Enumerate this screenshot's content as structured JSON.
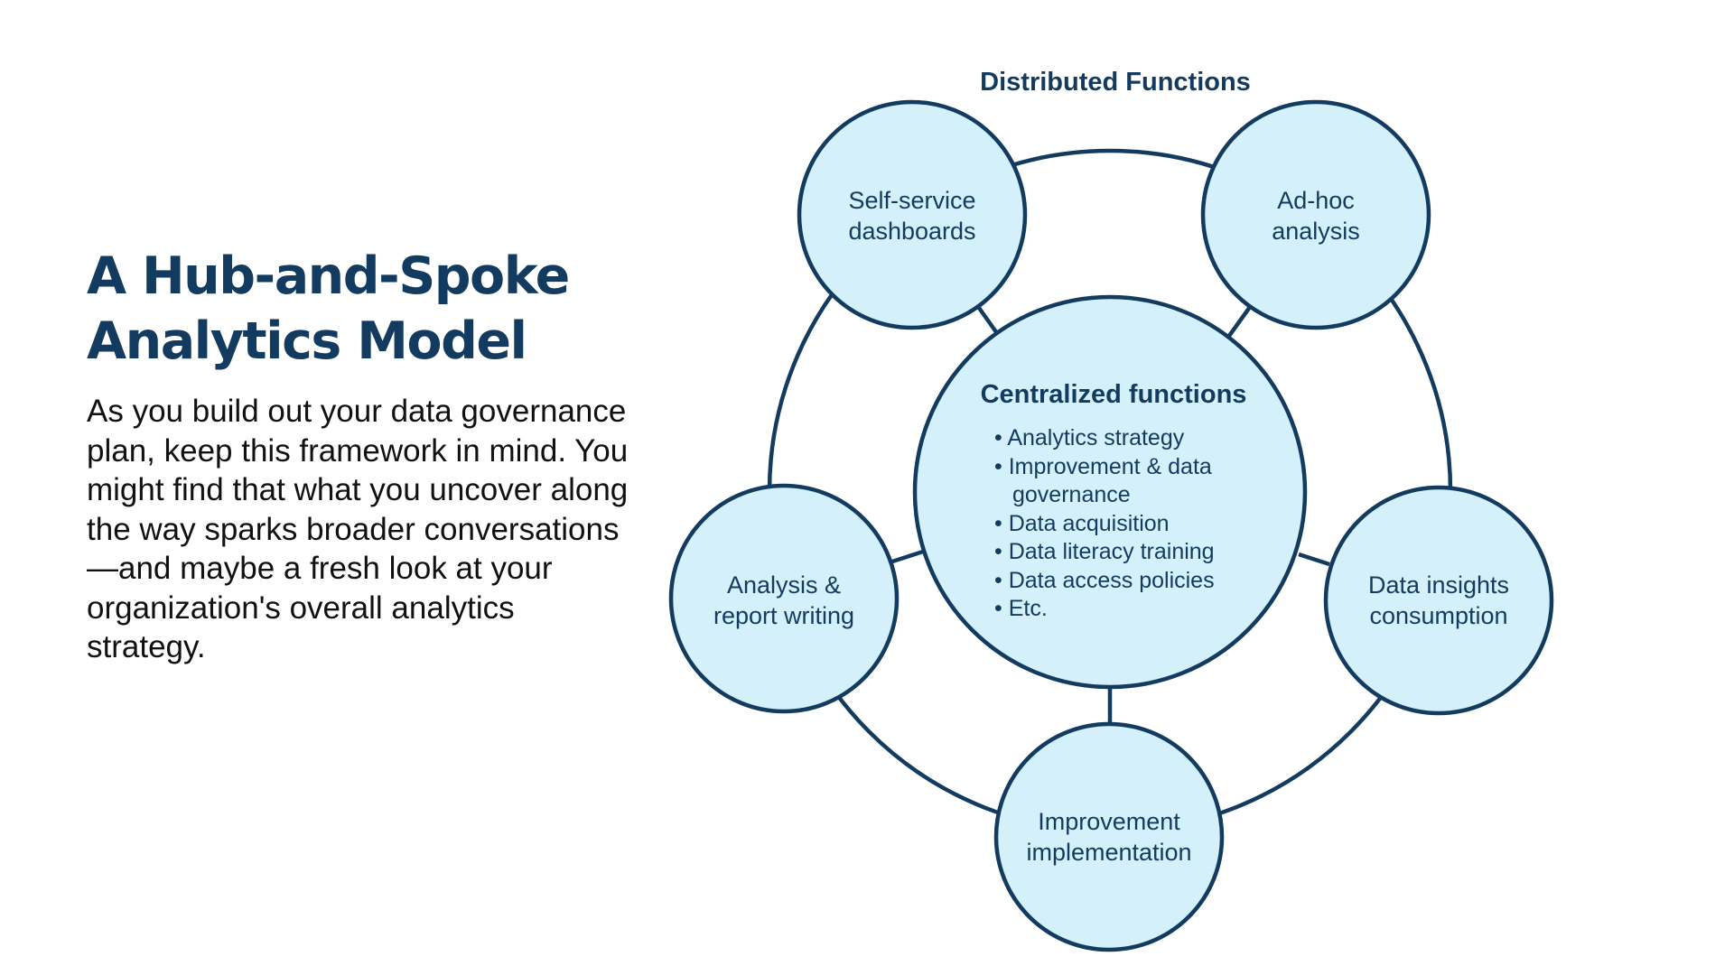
{
  "title_lines": [
    "A Hub-and-Spoke",
    "Analytics Model"
  ],
  "intro": "As you build out your data governance plan, keep this framework in mind. You might find that what you uncover along the way sparks broader conversations—and maybe a fresh look at your organization's overall analytics strategy.",
  "diagram": {
    "outer_label": "Distributed Functions",
    "hub": {
      "title": "Centralized functions",
      "items": [
        "• Analytics strategy",
        "• Improvement & data",
        "governance",
        "• Data acquisition",
        "• Data literacy training",
        "• Data access policies",
        "• Etc."
      ]
    },
    "spokes": [
      {
        "lines": [
          "Self-service",
          "dashboards"
        ]
      },
      {
        "lines": [
          "Ad-hoc",
          "analysis"
        ]
      },
      {
        "lines": [
          "Data insights",
          "consumption"
        ]
      },
      {
        "lines": [
          "Improvement",
          "implementation"
        ]
      },
      {
        "lines": [
          "Analysis &",
          "report writing"
        ]
      }
    ]
  },
  "colors": {
    "stroke": "#123b5f",
    "fill": "#d3f0fb",
    "title": "#123b5f",
    "body_text": "#111111"
  }
}
